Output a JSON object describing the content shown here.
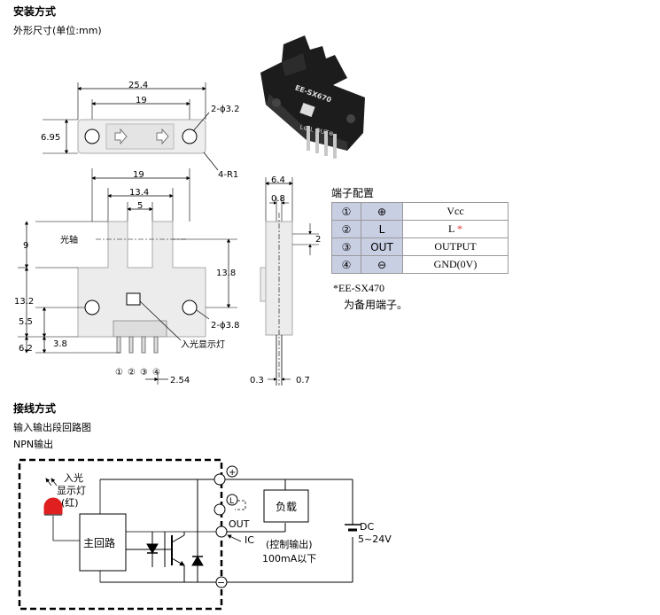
{
  "section_install": "安装方式",
  "outline_label": "外形尺寸(单位:mm)",
  "top_view": {
    "dim_total": "25.4",
    "dim_center": "19",
    "dim_height": "6.95",
    "hole": "2-ϕ3.2",
    "radius": "4-R1"
  },
  "front_view": {
    "dim_outer": "19",
    "dim_inner": "13.4",
    "dim_slot": "5",
    "optical_axis": "光轴",
    "dim_9": "9",
    "dim_13_8": "13.8",
    "dim_13_2": "13.2",
    "dim_5_5": "5.5",
    "dim_3_8": "3.8",
    "dim_6_2": "6.2",
    "hole": "2-ϕ3.8",
    "led_label": "入光显示灯",
    "pins": [
      "①",
      "②",
      "③",
      "④"
    ],
    "pitch": "2.54"
  },
  "side_view": {
    "dim_6_4": "6.4",
    "dim_0_8": "0.8",
    "dim_2": "2",
    "dim_0_3": "0.3",
    "dim_0_7": "0.7"
  },
  "sensor_photo": {
    "model_text": "EE-SX670",
    "pin_text": "L⊖ L OUT⊕",
    "colors": {
      "body": "#1a1a1a",
      "pin": "#c8c8c8"
    }
  },
  "terminal": {
    "title": "端子配置",
    "rows": [
      {
        "num": "①",
        "sym": "⊕",
        "fn": "Vcc"
      },
      {
        "num": "②",
        "sym": "L",
        "fn": "L",
        "mark": "*"
      },
      {
        "num": "③",
        "sym": "OUT",
        "fn": "OUTPUT"
      },
      {
        "num": "④",
        "sym": "⊖",
        "fn": "GND(0V)"
      }
    ],
    "note_line1": "*EE-SX470",
    "note_line2": "为备用端子。"
  },
  "section_wiring": "接线方式",
  "wiring_label": "输入输出段回路图",
  "npn_label": "NPN输出",
  "circuit": {
    "led_text1": "入光",
    "led_text2": "显示灯",
    "led_text3": "(红)",
    "main_circuit": "主回路",
    "load": "负载",
    "out": "OUT",
    "ic": "IC",
    "ctrl_out": "(控制输出)",
    "current": "100mA以下",
    "dc": "DC",
    "voltage": "5~24V",
    "colors": {
      "led": "#e02020"
    }
  }
}
